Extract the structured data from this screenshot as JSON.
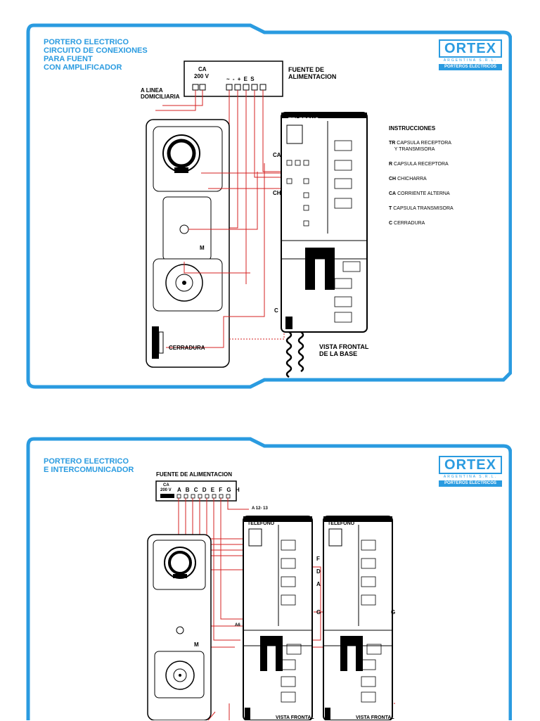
{
  "panel1": {
    "title_lines": [
      "PORTERO ELECTRICO",
      "CIRCUITO DE CONEXIONES",
      "PARA FUENT",
      "CON AMPLIFICADOR"
    ],
    "logo": {
      "brand": "ORTEX",
      "sub": "ARGENTINA S.R.L.",
      "sub2": "PORTEROS ELECTRICOS"
    },
    "power": {
      "ca_label": "CA",
      "voltage": "200 V",
      "terminals": "~  -  +  E  S"
    },
    "fuente_label": [
      "FUENTE DE",
      "ALIMENTACION"
    ],
    "linea_label": [
      "A LINEA",
      "DOMICILIARIA"
    ],
    "telefono": "TELEFONO",
    "ca": "CA",
    "ch": "CH",
    "m": "M",
    "c": "C",
    "cerradura": "CERRADURA",
    "vista": [
      "VISTA FRONTAL",
      "DE LA BASE"
    ],
    "instrucciones": {
      "heading": "INSTRUCCIONES",
      "items": [
        {
          "code": "TR",
          "text": "CAPSULA RECEPTORA",
          "text2": "Y TRANSMISORA"
        },
        {
          "code": "R",
          "text": "CAPSULA RECEPTORA",
          "text2": ""
        },
        {
          "code": "CH",
          "text": "CHICHARRA",
          "text2": ""
        },
        {
          "code": "CA",
          "text": "CORRIENTE ALTERNA",
          "text2": ""
        },
        {
          "code": "T",
          "text": "CAPSULA TRANSMISORA",
          "text2": ""
        },
        {
          "code": "C",
          "text": "CERRADURA",
          "text2": ""
        }
      ]
    }
  },
  "panel2": {
    "title_lines": [
      "PORTERO ELECTRICO",
      "E INTERCOMUNICADOR"
    ],
    "logo": {
      "brand": "ORTEX",
      "sub": "ARGENTINA S.R.L.",
      "sub2": "PORTEROS ELECTRICOS"
    },
    "fuente_label": "FUENTE DE ALIMENTACION",
    "ca_label": "CA",
    "voltage": "200 V",
    "letters": "A B C D E F G H",
    "a1213": "A 12- 13",
    "telefono_1": "TELEFONO",
    "telefono_2": "TELEFONO",
    "a6": "A6",
    "m": "M",
    "g1": "G",
    "g2": "G",
    "f": "F",
    "d": "D",
    "a": "A",
    "vista_1": "VISTA FRONTAL",
    "vista_2": "VISTA FRONTAL"
  },
  "colors": {
    "accent": "#2a9be0",
    "wire": "#d42020",
    "ink": "#000000"
  }
}
